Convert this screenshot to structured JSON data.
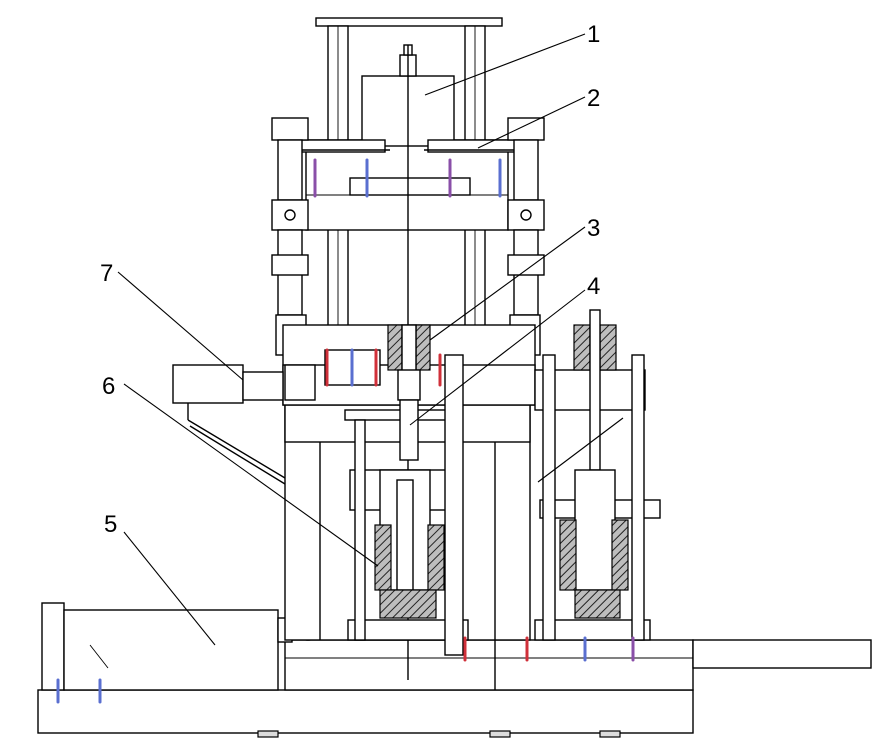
{
  "callouts": [
    {
      "id": "1",
      "label": "1"
    },
    {
      "id": "2",
      "label": "2"
    },
    {
      "id": "3",
      "label": "3"
    },
    {
      "id": "4",
      "label": "4"
    },
    {
      "id": "5",
      "label": "5"
    },
    {
      "id": "6",
      "label": "6"
    },
    {
      "id": "7",
      "label": "7"
    }
  ],
  "colors": {
    "line": "#000000",
    "background": "#ffffff",
    "bolt_red": "#d0303a",
    "bolt_blue": "#5a6fd0",
    "bolt_purple": "#8a4fa8"
  }
}
